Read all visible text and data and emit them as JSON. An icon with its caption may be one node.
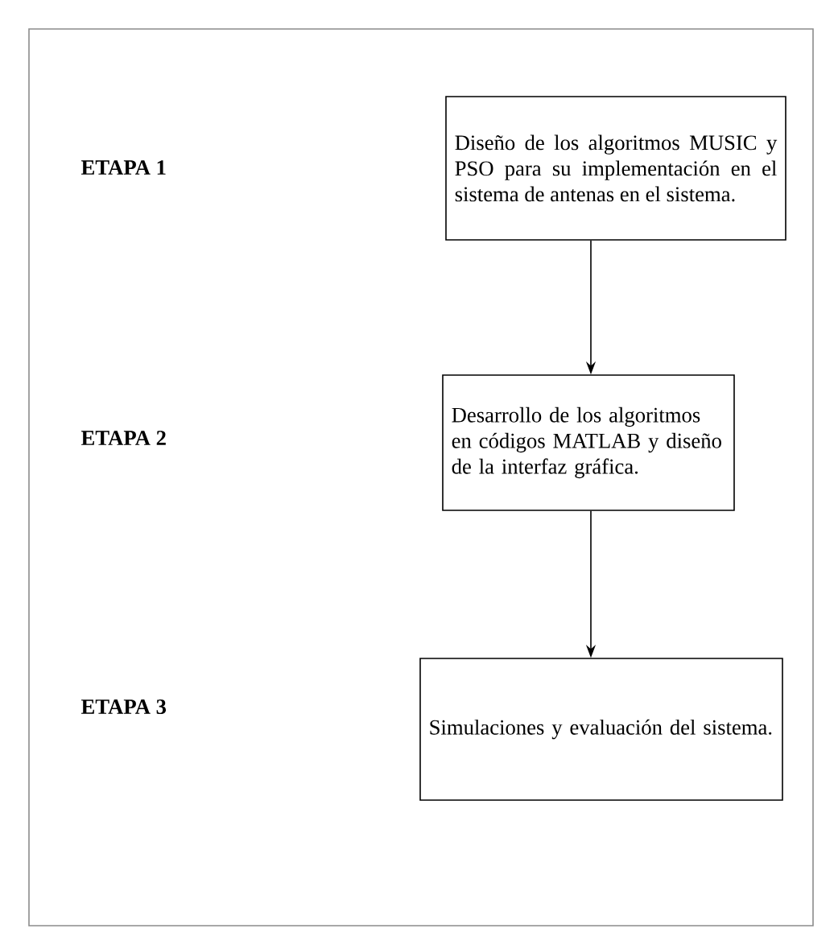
{
  "diagram": {
    "nodes": [
      {
        "text": [
          "Diseño de los algoritmos MUSIC y PSO para su implementación en el sistema de antenas en el sistema."
        ]
      },
      {
        "text": [
          "Desarrollo de los algoritmos en códigos MATLAB y diseño de la interfaz gráfica."
        ]
      },
      {
        "text": [
          "Simulaciones y evaluación del sistema."
        ]
      }
    ],
    "edges": [
      {
        "from": 0,
        "to": 1,
        "arrow": "to"
      },
      {
        "from": 1,
        "to": 2,
        "arrow": "to"
      }
    ],
    "labels": [
      "ETAPA 1",
      "ETAPA 2",
      "ETAPA 3"
    ]
  }
}
